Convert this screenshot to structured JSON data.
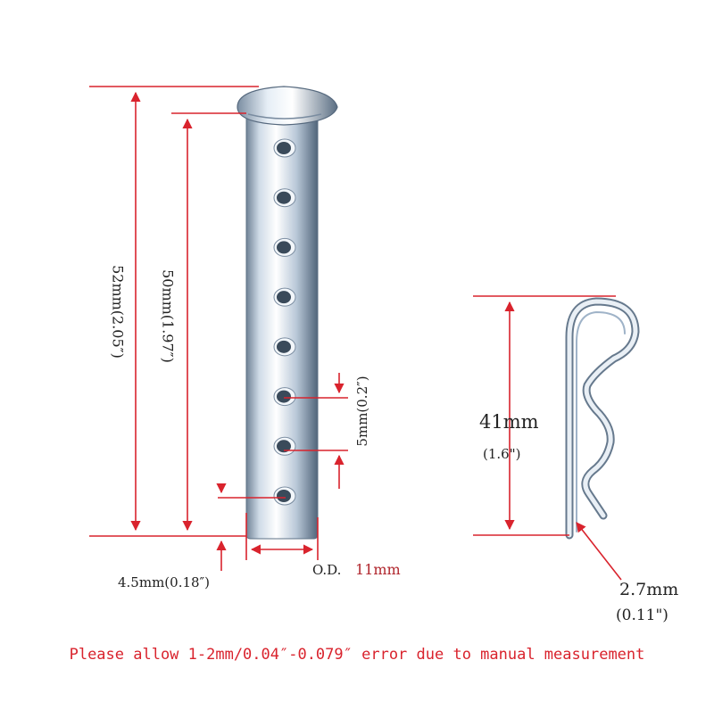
{
  "colors": {
    "dimension_line": "#d9232d",
    "note_text": "#d9232d",
    "metal_light": "#e8eef5",
    "metal_mid": "#9fb3c8",
    "metal_dark": "#4d6073"
  },
  "pin": {
    "hole_count": 8,
    "total_length": "52mm(2.05″)",
    "shank_length": "50mm(1.97″)",
    "hole_diameter": "5mm(0.2″)",
    "end_to_hole": "4.5mm(0.18″)",
    "outer_diameter_prefix": "O.D.",
    "outer_diameter_value": "11mm"
  },
  "clip": {
    "length_value": "41mm",
    "length_inch": "(1.6\")",
    "wire_value": "2.7mm",
    "wire_inch": "(0.11\")"
  },
  "note": "Please allow 1-2mm/0.04″-0.079″ error due to manual measurement"
}
